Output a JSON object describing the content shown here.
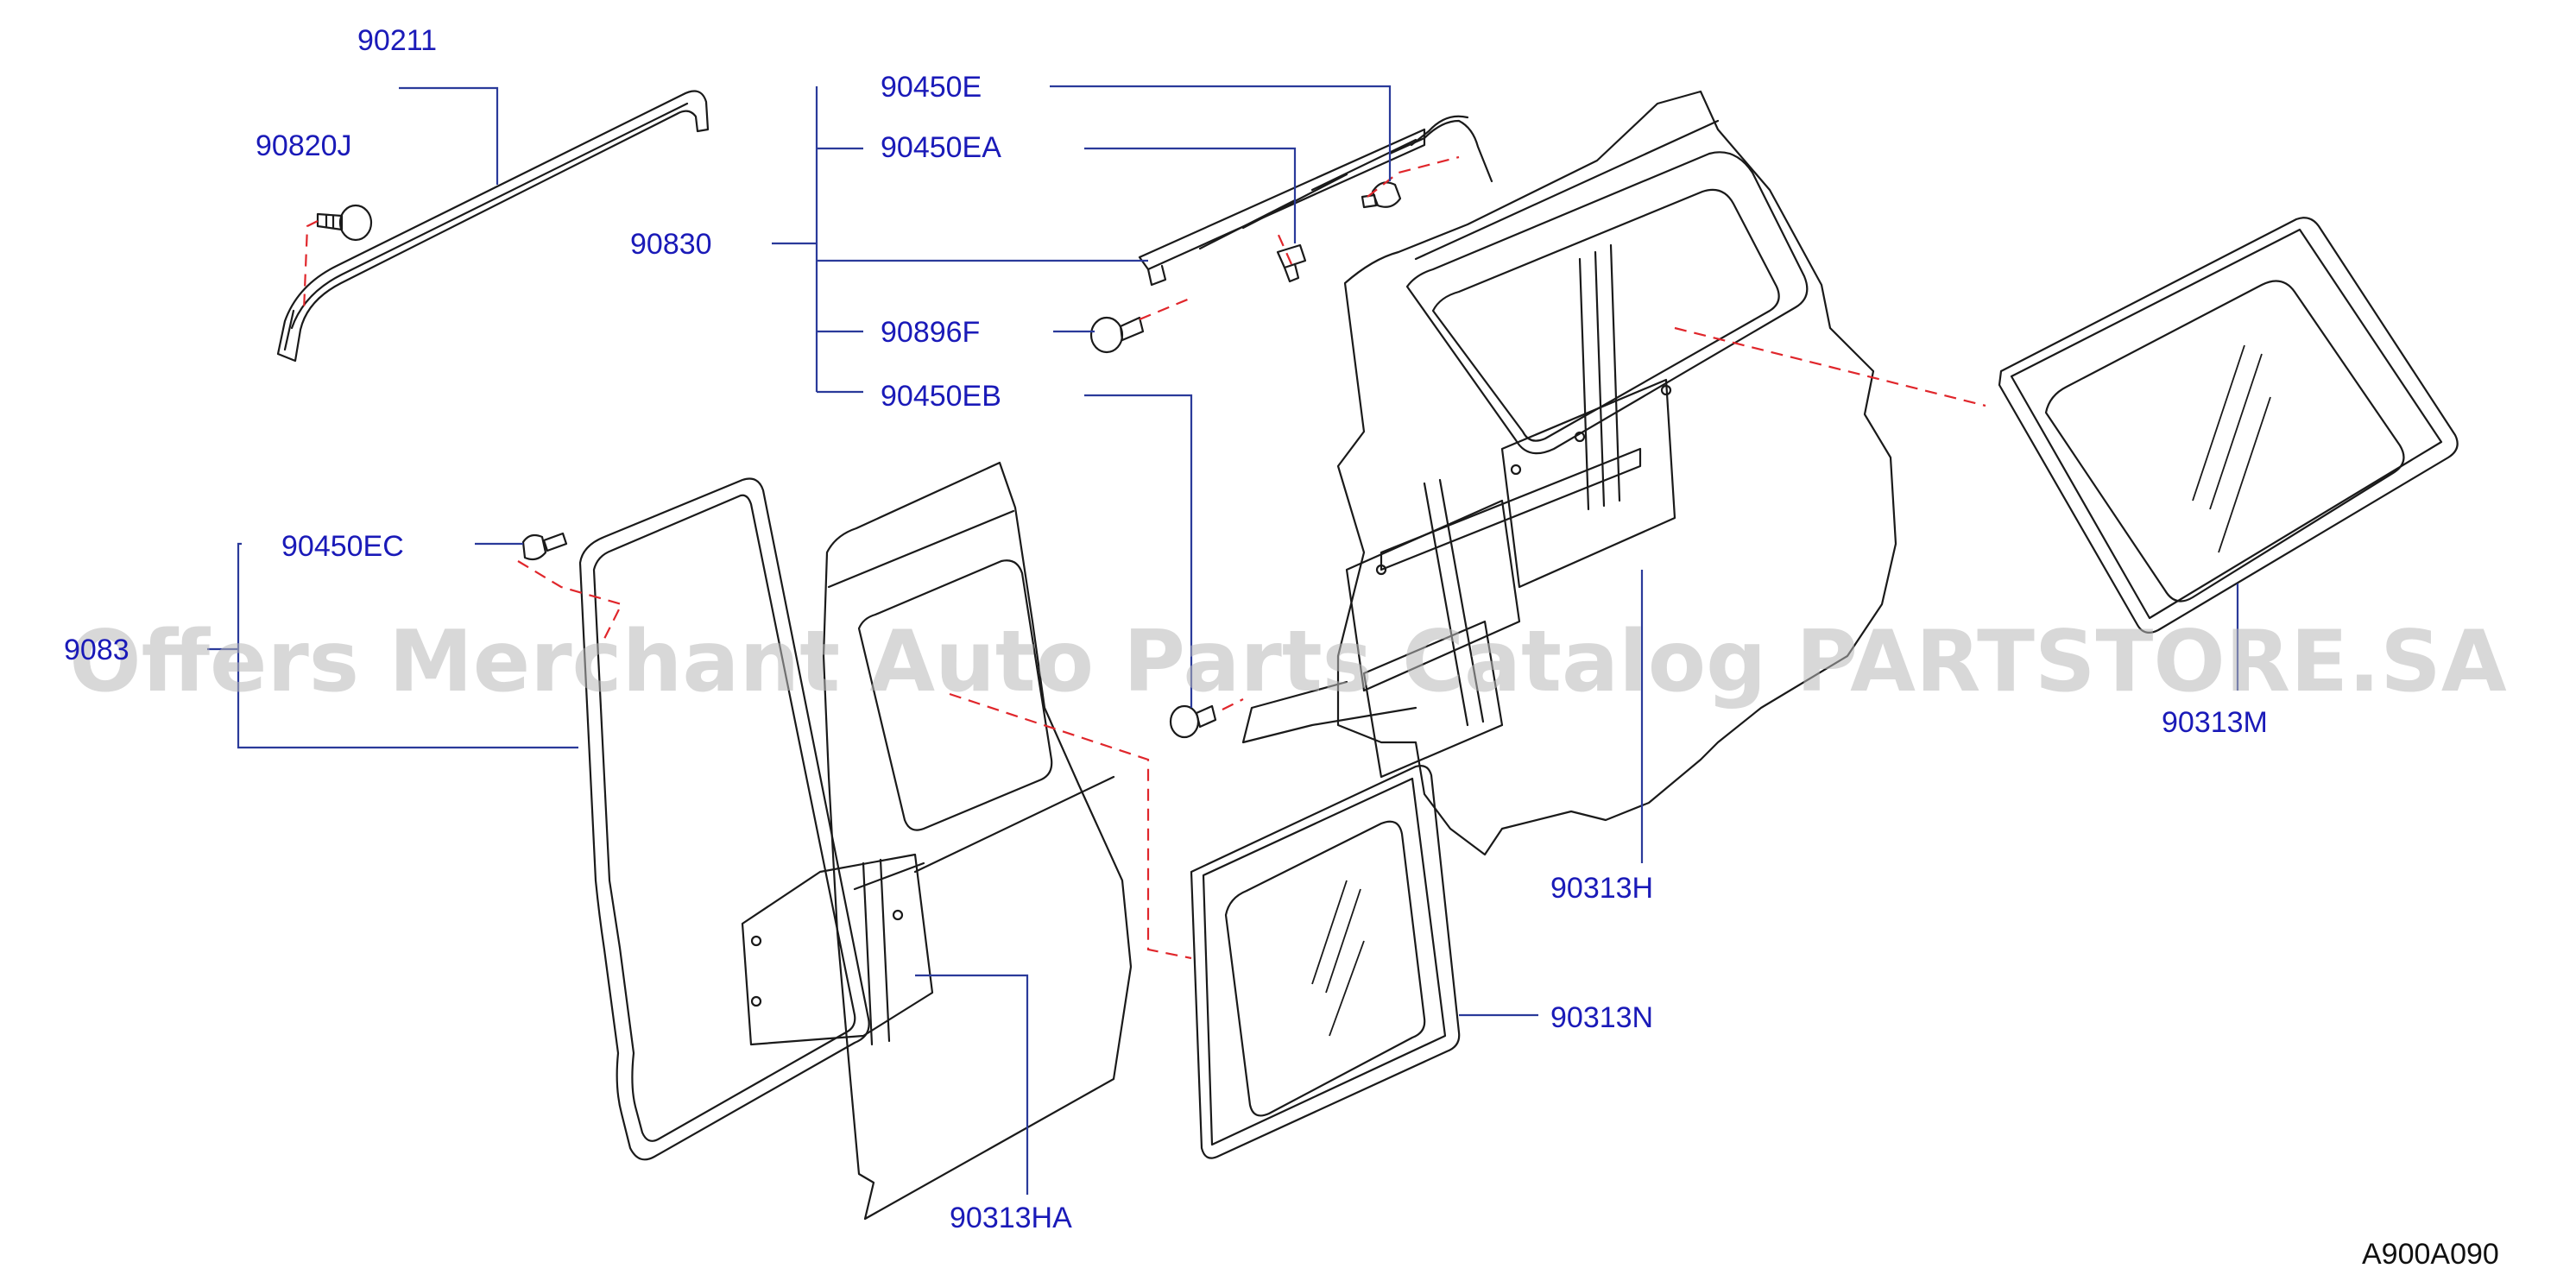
{
  "labels": {
    "p90211": "90211",
    "p90820J": "90820J",
    "p90450E": "90450E",
    "p90450EA": "90450EA",
    "p90830": "90830",
    "p90896F": "90896F",
    "p90450EB": "90450EB",
    "p90450EC": "90450EC",
    "p9083": "9083",
    "p90313M": "90313M",
    "p90313H": "90313H",
    "p90313N": "90313N",
    "p90313HA": "90313HA"
  },
  "diagram_code": "A900A090",
  "watermark": "Offers Merchant Auto Parts Catalog PARTSTORE.SA",
  "colors": {
    "label": "#1a1ab8",
    "leader": "#2a3a9a",
    "dashed_link": "#e0262b",
    "line_art": "#1a1a1a",
    "watermark": "#b8b8b8"
  }
}
